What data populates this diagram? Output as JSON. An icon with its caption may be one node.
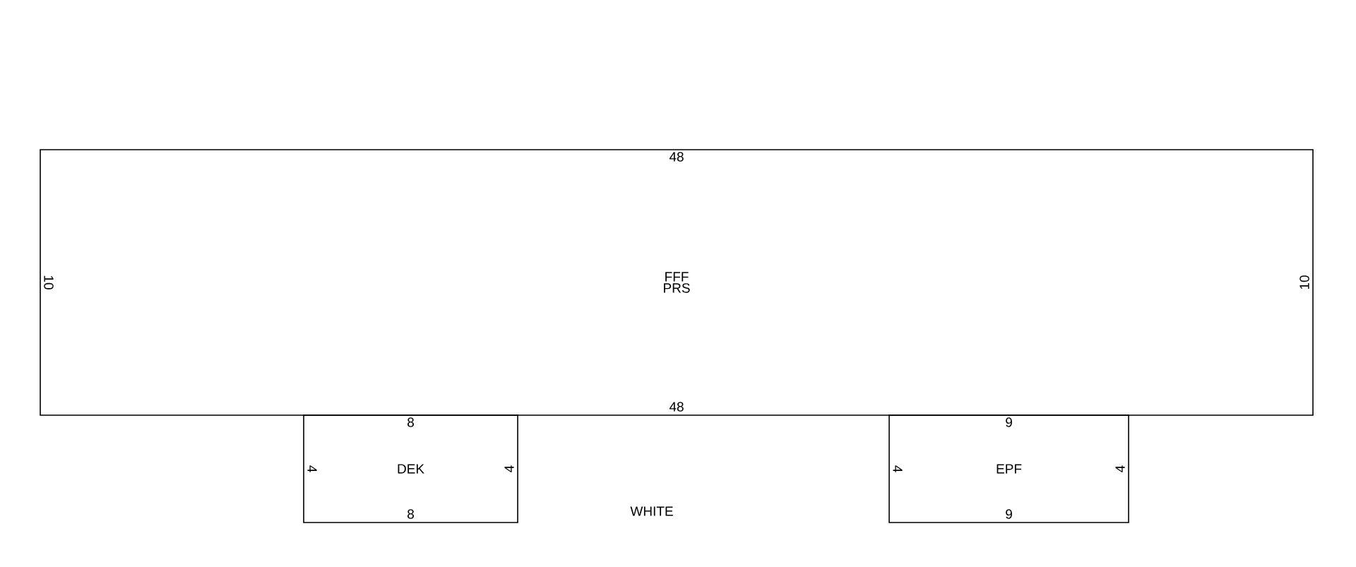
{
  "diagram": {
    "nodes": [
      {
        "text": [
          "48",
          "10",
          "FFF",
          "PRS",
          "10",
          "48"
        ]
      },
      {
        "text": [
          "8",
          "4",
          "DEK",
          "4",
          "8"
        ]
      },
      {
        "text": [
          "9",
          "4",
          "EPF",
          "4",
          "9"
        ]
      }
    ],
    "labels": [
      "WHITE"
    ]
  }
}
